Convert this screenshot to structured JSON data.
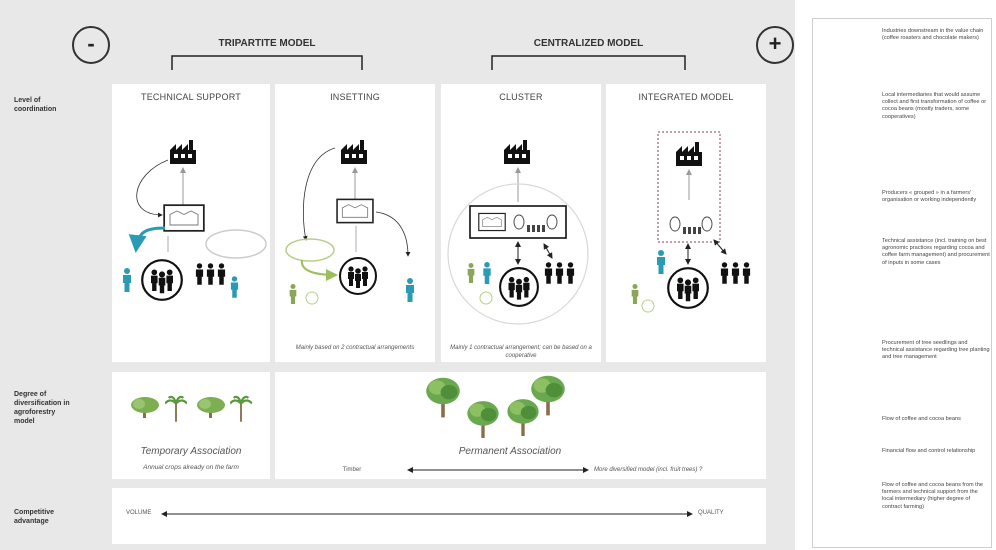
{
  "signs": {
    "minus": "-",
    "plus": "+"
  },
  "models": {
    "tripartite": "TRIPARTITE MODEL",
    "centralized": "CENTRALIZED MODEL"
  },
  "row_labels": {
    "coordination": "Level of coordination",
    "diversification": "Degree of diversification in agroforestry model",
    "competitive": "Competitive advantage"
  },
  "columns": [
    "TECHNICAL SUPPORT",
    "INSETTING",
    "CLUSTER",
    "INTEGRATED MODEL"
  ],
  "notes": {
    "insetting": "Mainly based on 2 contractual arrangements",
    "cluster": "Mainly 1 contractual arrangement; can be based on a cooperative"
  },
  "diversification": {
    "temporary": "Temporary Association",
    "temporary_note": "Annual crops already on the farm",
    "permanent": "Permanent Association",
    "timber": "Timber",
    "more": "More diversified model (incl. fruit trees) ?"
  },
  "competitive": {
    "volume": "VOLUME",
    "quality": "QUALITY"
  },
  "legend": [
    {
      "icon": "factory-icon",
      "text": "Industries downstream in the value chain (coffee roasters and chocolate makers)"
    },
    {
      "icon": "warehouse-icon",
      "text": "Local intermediaries that would assume collect and first transformation of coffee or cocoa beans (mostly traders, some cooperatives)"
    },
    {
      "icon": "producers-group-icon",
      "text": "Producers « grouped » in a farmers' organisation or working independently"
    },
    {
      "icon": "person-icon",
      "text": "Technical assistance (incl. training on best agronomic practices regarding cocoa and coffee farm management) and procurement of inputs in some cases"
    },
    {
      "icon": "seedling-icon",
      "text": "Procurement of tree seedlings and technical assistance regarding tree planting and tree management"
    },
    {
      "icon": "thin-arrow-icon",
      "text": "Flow of coffee and cocoa beans"
    },
    {
      "icon": "arrow-icon",
      "text": "Financial flow and control relationship"
    },
    {
      "icon": "double-arrow-icon",
      "text": "Flow of coffee and cocoa beans from the farmers and technical support from the local intermediary (higher degree of contract farming)"
    }
  ],
  "colors": {
    "background": "#e8e8e8",
    "teal": "#2a9bb5",
    "green": "#7aa84a",
    "ink": "#222222"
  }
}
